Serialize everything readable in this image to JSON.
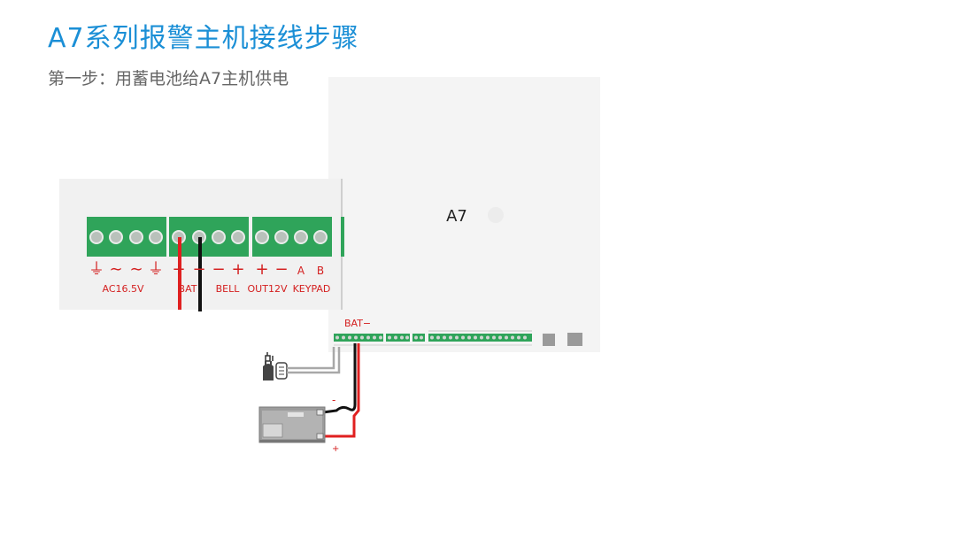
{
  "title": "A7系列报警主机接线步骤",
  "subtitle": "第一步：用蓄电池给A7主机供电",
  "terminal_zoom": {
    "symbols": [
      "⏚",
      "∼",
      "∼",
      "⏚",
      "+",
      "−",
      "−",
      "+",
      "+",
      "−",
      "A",
      "B"
    ],
    "group_labels": [
      "AC16.5V",
      "BAT",
      "BELL",
      "OUT12V",
      "KEYPAD"
    ]
  },
  "board": {
    "model_label": "A7",
    "bat_label": "BAT−"
  },
  "battery": {
    "minus_label": "-",
    "plus_label": "+"
  },
  "colors": {
    "title": "#1b8fd6",
    "terminal_green": "#2fa45a",
    "wire_red": "#e02020",
    "wire_black": "#111111",
    "label_red": "#d42020"
  }
}
